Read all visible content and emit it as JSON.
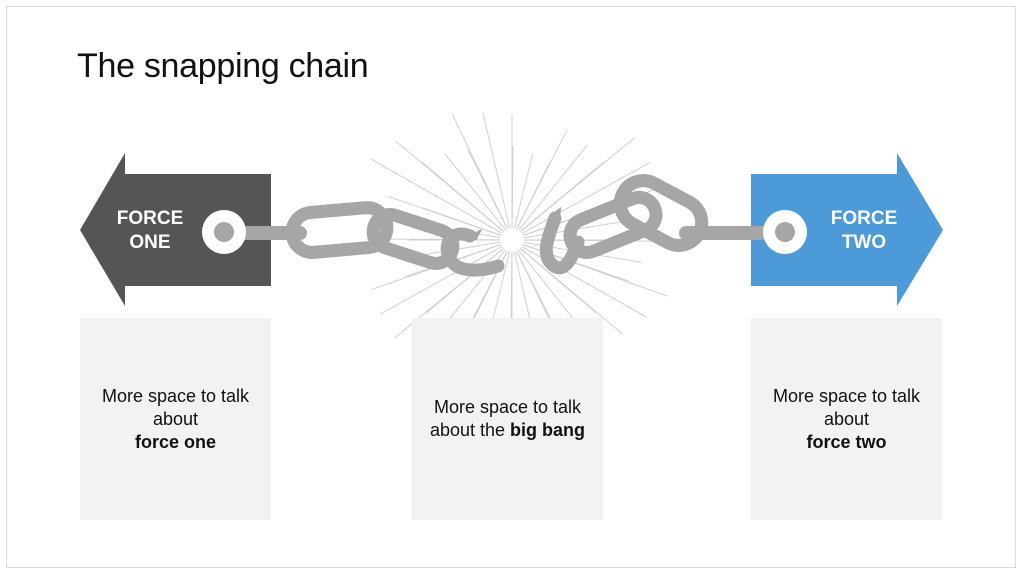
{
  "slide": {
    "title": "The snapping chain"
  },
  "forces": {
    "left": {
      "label_line1": "FORCE",
      "label_line2": "ONE",
      "color": "#555555"
    },
    "right": {
      "label_line1": "FORCE",
      "label_line2": "TWO",
      "color": "#4d9ad8"
    }
  },
  "chain": {
    "color": "#a6a6a6",
    "burst_color": "#cccccc"
  },
  "boxes": {
    "left": {
      "line1": "More space to talk",
      "line2": "about",
      "bold": "force one"
    },
    "center": {
      "line1": "More space to talk",
      "line2_prefix": "about the",
      "bold": "big bang"
    },
    "right": {
      "line1": "More space to talk",
      "line2": "about",
      "bold": "force two"
    }
  }
}
